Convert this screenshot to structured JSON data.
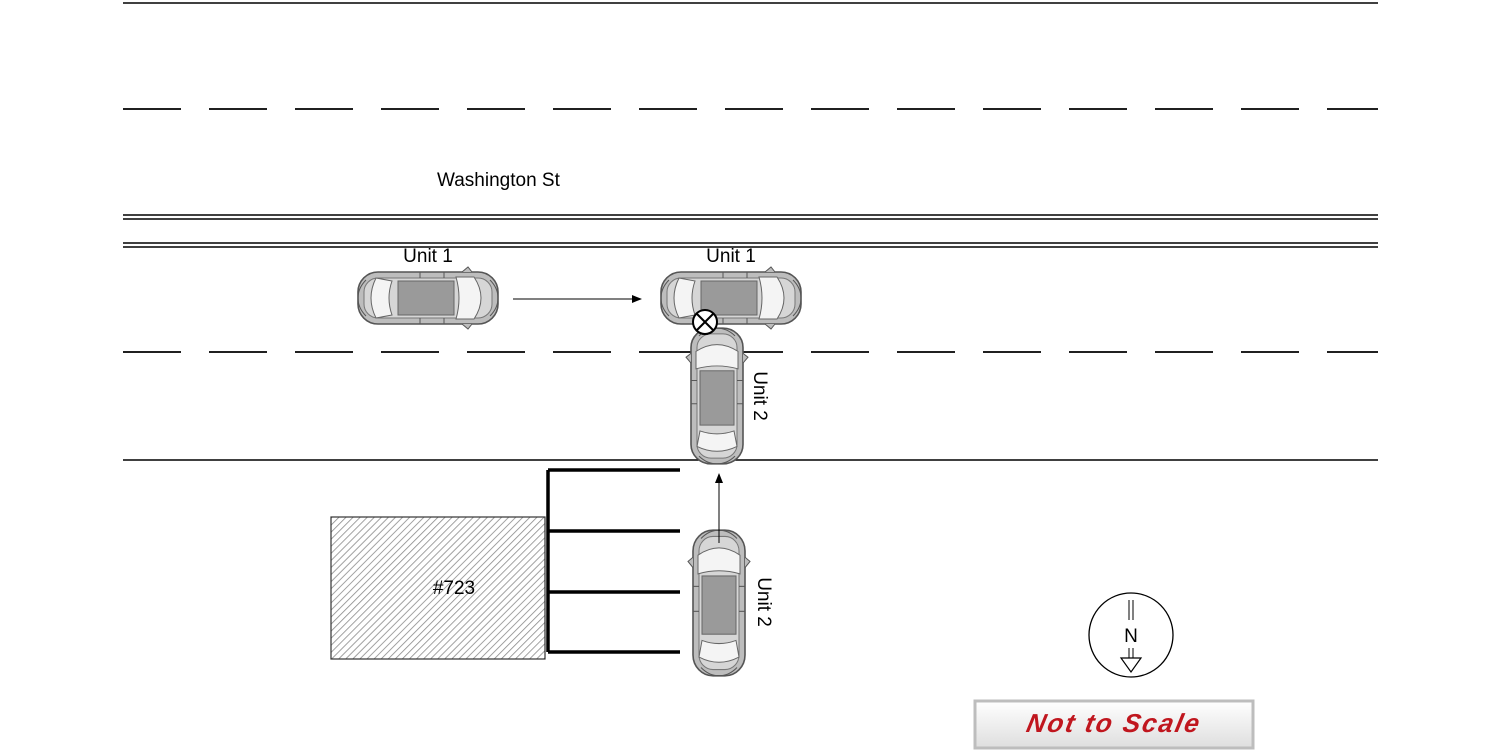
{
  "street": {
    "name": "Washington St"
  },
  "units": {
    "unit1_before": "Unit 1",
    "unit1_impact": "Unit 1",
    "unit2_impact": "Unit 2",
    "unit2_before": "Unit 2"
  },
  "building": {
    "label": "#723"
  },
  "compass": {
    "letter": "N"
  },
  "scale_note": {
    "text": "Not to Scale"
  },
  "colors": {
    "road_line": "#000000",
    "car_body": "#bdbdbd",
    "car_glass": "#8c8c8c",
    "scale_text": "#c0161e"
  }
}
